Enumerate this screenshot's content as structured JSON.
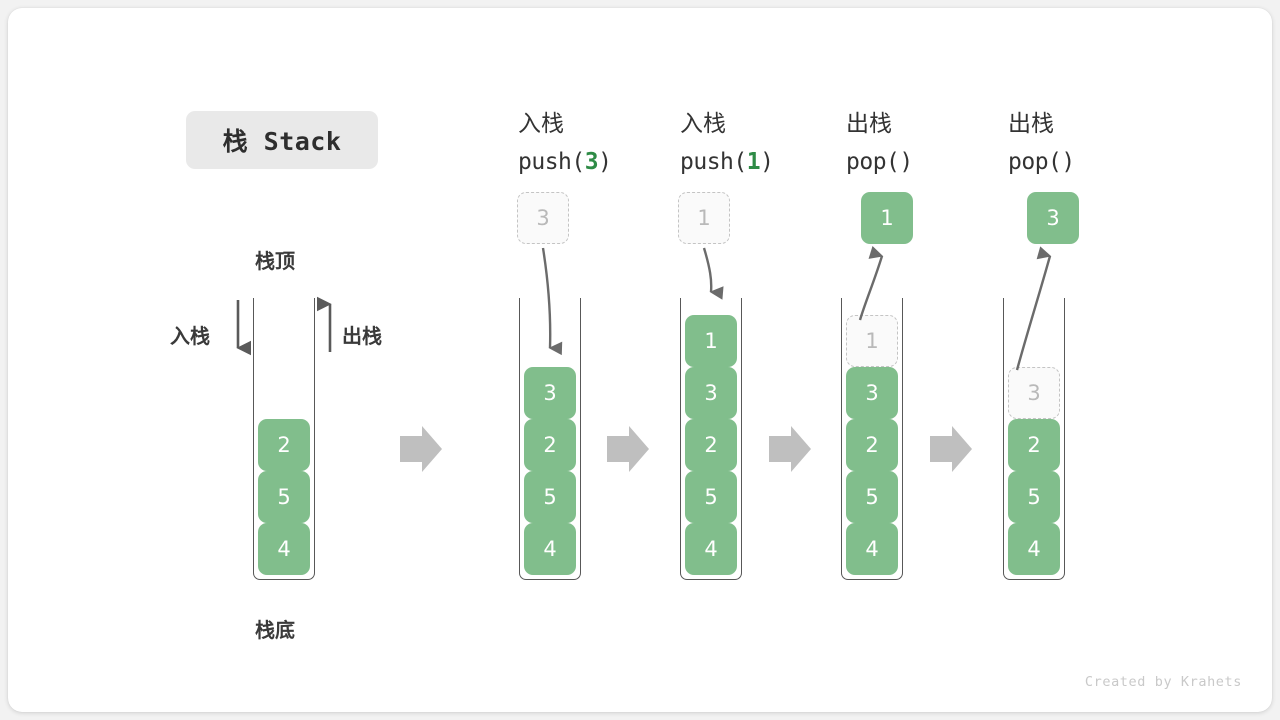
{
  "title": {
    "badge": "栈 Stack"
  },
  "legend": {
    "top_label": "栈顶",
    "bottom_label": "栈底",
    "push_label": "入栈",
    "pop_label": "出栈"
  },
  "watermark": "Created by Krahets",
  "colors": {
    "element_fill": "#81be8c",
    "element_text": "#ffffff",
    "ghost_fill": "#fafafa",
    "ghost_border": "#c4c4c4",
    "ghost_text": "#b9b9b9",
    "container_stroke": "#585858",
    "arrow_gray": "#bfbfbf",
    "curve_arrow": "#6b6b6b",
    "badge_bg": "#e9e9e9",
    "accent_green_text": "#2e8b46"
  },
  "steps": [
    {
      "id": "initial",
      "op_cn": "",
      "op_code": "",
      "op_arg": "",
      "cells": [
        {
          "value": "2",
          "state": "filled"
        },
        {
          "value": "5",
          "state": "filled"
        },
        {
          "value": "4",
          "state": "filled"
        }
      ],
      "float_box": null
    },
    {
      "id": "push-3",
      "op_cn": "入栈",
      "op_code_prefix": "push(",
      "op_arg": "3",
      "op_code_suffix": ")",
      "cells": [
        {
          "value": "3",
          "state": "filled"
        },
        {
          "value": "2",
          "state": "filled"
        },
        {
          "value": "5",
          "state": "filled"
        },
        {
          "value": "4",
          "state": "filled"
        }
      ],
      "float_box": {
        "value": "3",
        "state": "ghost"
      },
      "arrow": "down"
    },
    {
      "id": "push-1",
      "op_cn": "入栈",
      "op_code_prefix": "push(",
      "op_arg": "1",
      "op_code_suffix": ")",
      "cells": [
        {
          "value": "1",
          "state": "filled"
        },
        {
          "value": "3",
          "state": "filled"
        },
        {
          "value": "2",
          "state": "filled"
        },
        {
          "value": "5",
          "state": "filled"
        },
        {
          "value": "4",
          "state": "filled"
        }
      ],
      "float_box": {
        "value": "1",
        "state": "ghost"
      },
      "arrow": "down"
    },
    {
      "id": "pop-1",
      "op_cn": "出栈",
      "op_code_prefix": "pop(",
      "op_arg": "",
      "op_code_suffix": ")",
      "cells": [
        {
          "value": "1",
          "state": "ghost"
        },
        {
          "value": "3",
          "state": "filled"
        },
        {
          "value": "2",
          "state": "filled"
        },
        {
          "value": "5",
          "state": "filled"
        },
        {
          "value": "4",
          "state": "filled"
        }
      ],
      "float_box": {
        "value": "1",
        "state": "filled"
      },
      "arrow": "up"
    },
    {
      "id": "pop-3",
      "op_cn": "出栈",
      "op_code_prefix": "pop(",
      "op_arg": "",
      "op_code_suffix": ")",
      "cells": [
        {
          "value": "3",
          "state": "ghost"
        },
        {
          "value": "2",
          "state": "filled"
        },
        {
          "value": "5",
          "state": "filled"
        },
        {
          "value": "4",
          "state": "filled"
        }
      ],
      "float_box": {
        "value": "3",
        "state": "filled"
      },
      "arrow": "up"
    }
  ],
  "transition_arrows": 4
}
